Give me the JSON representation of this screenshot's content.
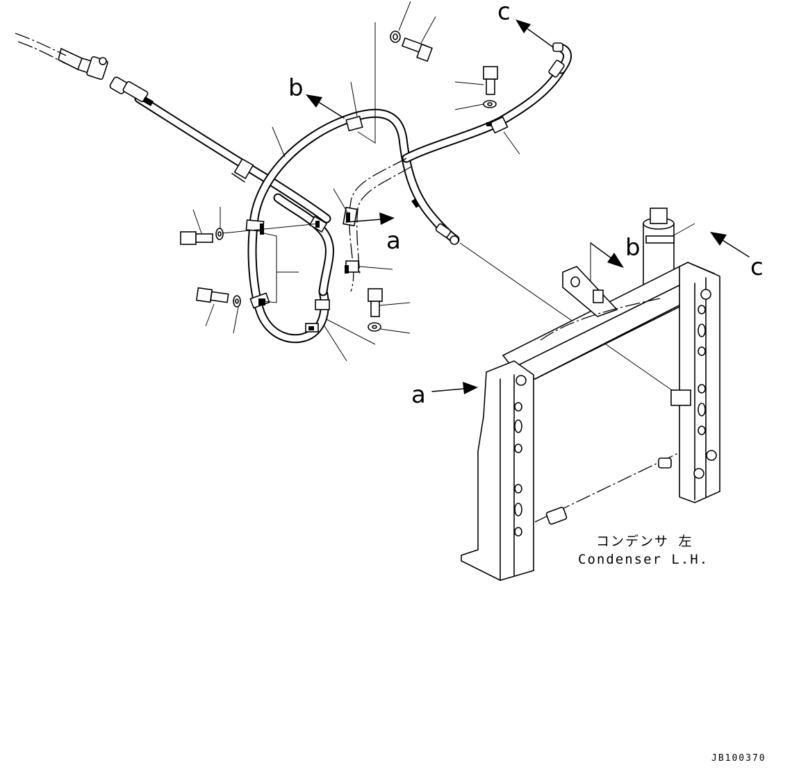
{
  "diagram": {
    "callout_letters": {
      "a_upper": "a",
      "a_lower": "a",
      "b_upper": "b",
      "b_lower": "b",
      "c_upper": "c",
      "c_lower": "c"
    },
    "component_label_jp": "コンデンサ 左",
    "component_label_en": "Condenser L.H.",
    "drawing_code": "JB100370"
  }
}
